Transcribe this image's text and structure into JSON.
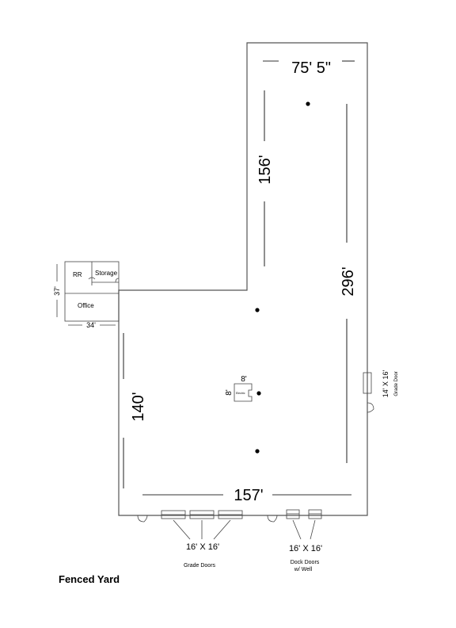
{
  "dimensions": {
    "top_width": "75' 5\"",
    "north_length": "156'",
    "east_length": "296'",
    "south_width": "157'",
    "west_length": "140'",
    "office_height": "37'",
    "office_width": "34'"
  },
  "rooms": {
    "restroom": "RR",
    "storage": "Storage",
    "office": "Office",
    "electric": "Electric",
    "electric_width": "8'",
    "electric_depth": "8'"
  },
  "doors": {
    "east_door_size": "14' X 16'",
    "east_door_label": "Grade Door",
    "grade_door_size": "16' X 16'",
    "grade_door_label": "Grade Doors",
    "dock_door_size": "16' X 16'",
    "dock_door_label_line1": "Dock Doors",
    "dock_door_label_line2": "w/ Well"
  },
  "yard_label": "Fenced Yard"
}
